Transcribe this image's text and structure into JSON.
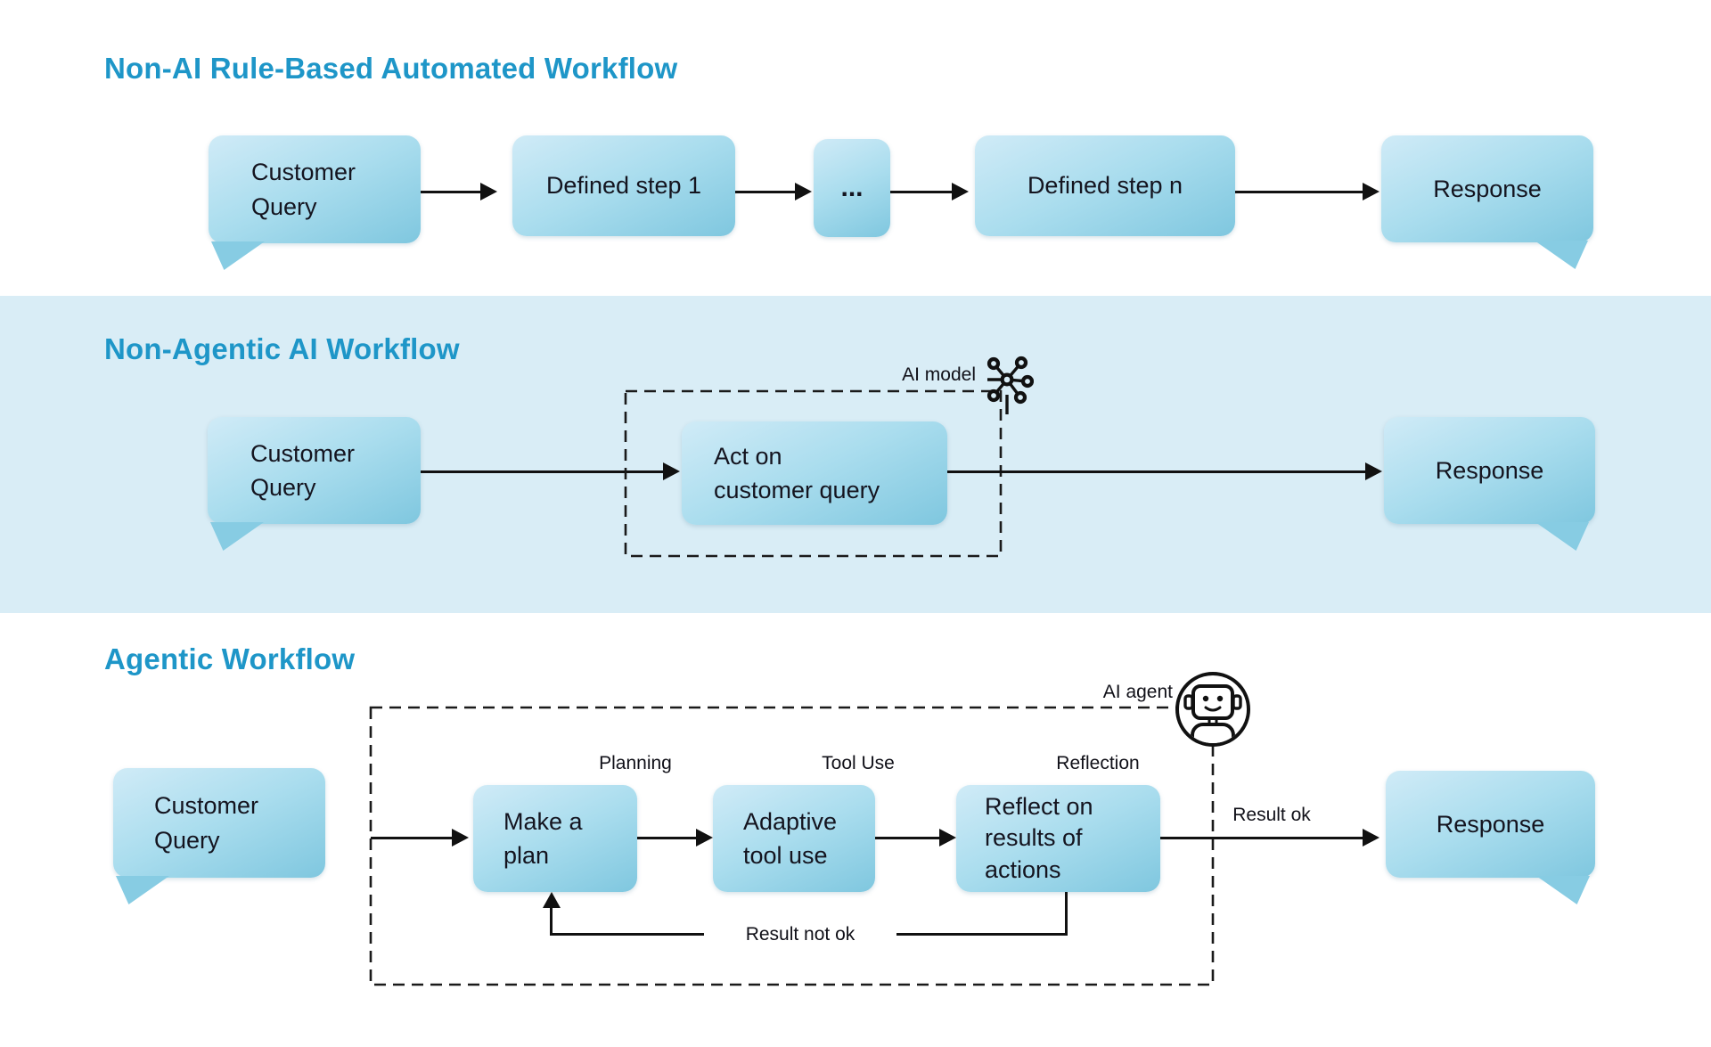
{
  "colors": {
    "title_accent": "#1e96c8",
    "band_background": "#d9edf6",
    "node_gradient_top": "#d0ebf7",
    "node_gradient_bottom": "#7fc7df",
    "line_color": "#111111"
  },
  "workflow_rule_based": {
    "title": "Non-AI Rule-Based Automated Workflow",
    "customer_query": "Customer\nQuery",
    "defined_step_1": "Defined step 1",
    "ellipsis": "...",
    "defined_step_n": "Defined step n",
    "response": "Response"
  },
  "workflow_non_agentic": {
    "title": "Non-Agentic AI Workflow",
    "customer_query": "Customer\nQuery",
    "ai_model_label": "AI model",
    "act_on_query": "Act on\ncustomer query",
    "response": "Response"
  },
  "workflow_agentic": {
    "title": "Agentic Workflow",
    "customer_query": "Customer\nQuery",
    "ai_agent_label": "AI agent",
    "planning_label": "Planning",
    "tool_use_label": "Tool Use",
    "reflection_label": "Reflection",
    "make_a_plan": "Make a\nplan",
    "adaptive_tool_use": "Adaptive\ntool use",
    "reflect_on_results": "Reflect on\nresults of\nactions",
    "result_ok_label": "Result ok",
    "result_not_ok_label": "Result not ok",
    "response": "Response"
  }
}
